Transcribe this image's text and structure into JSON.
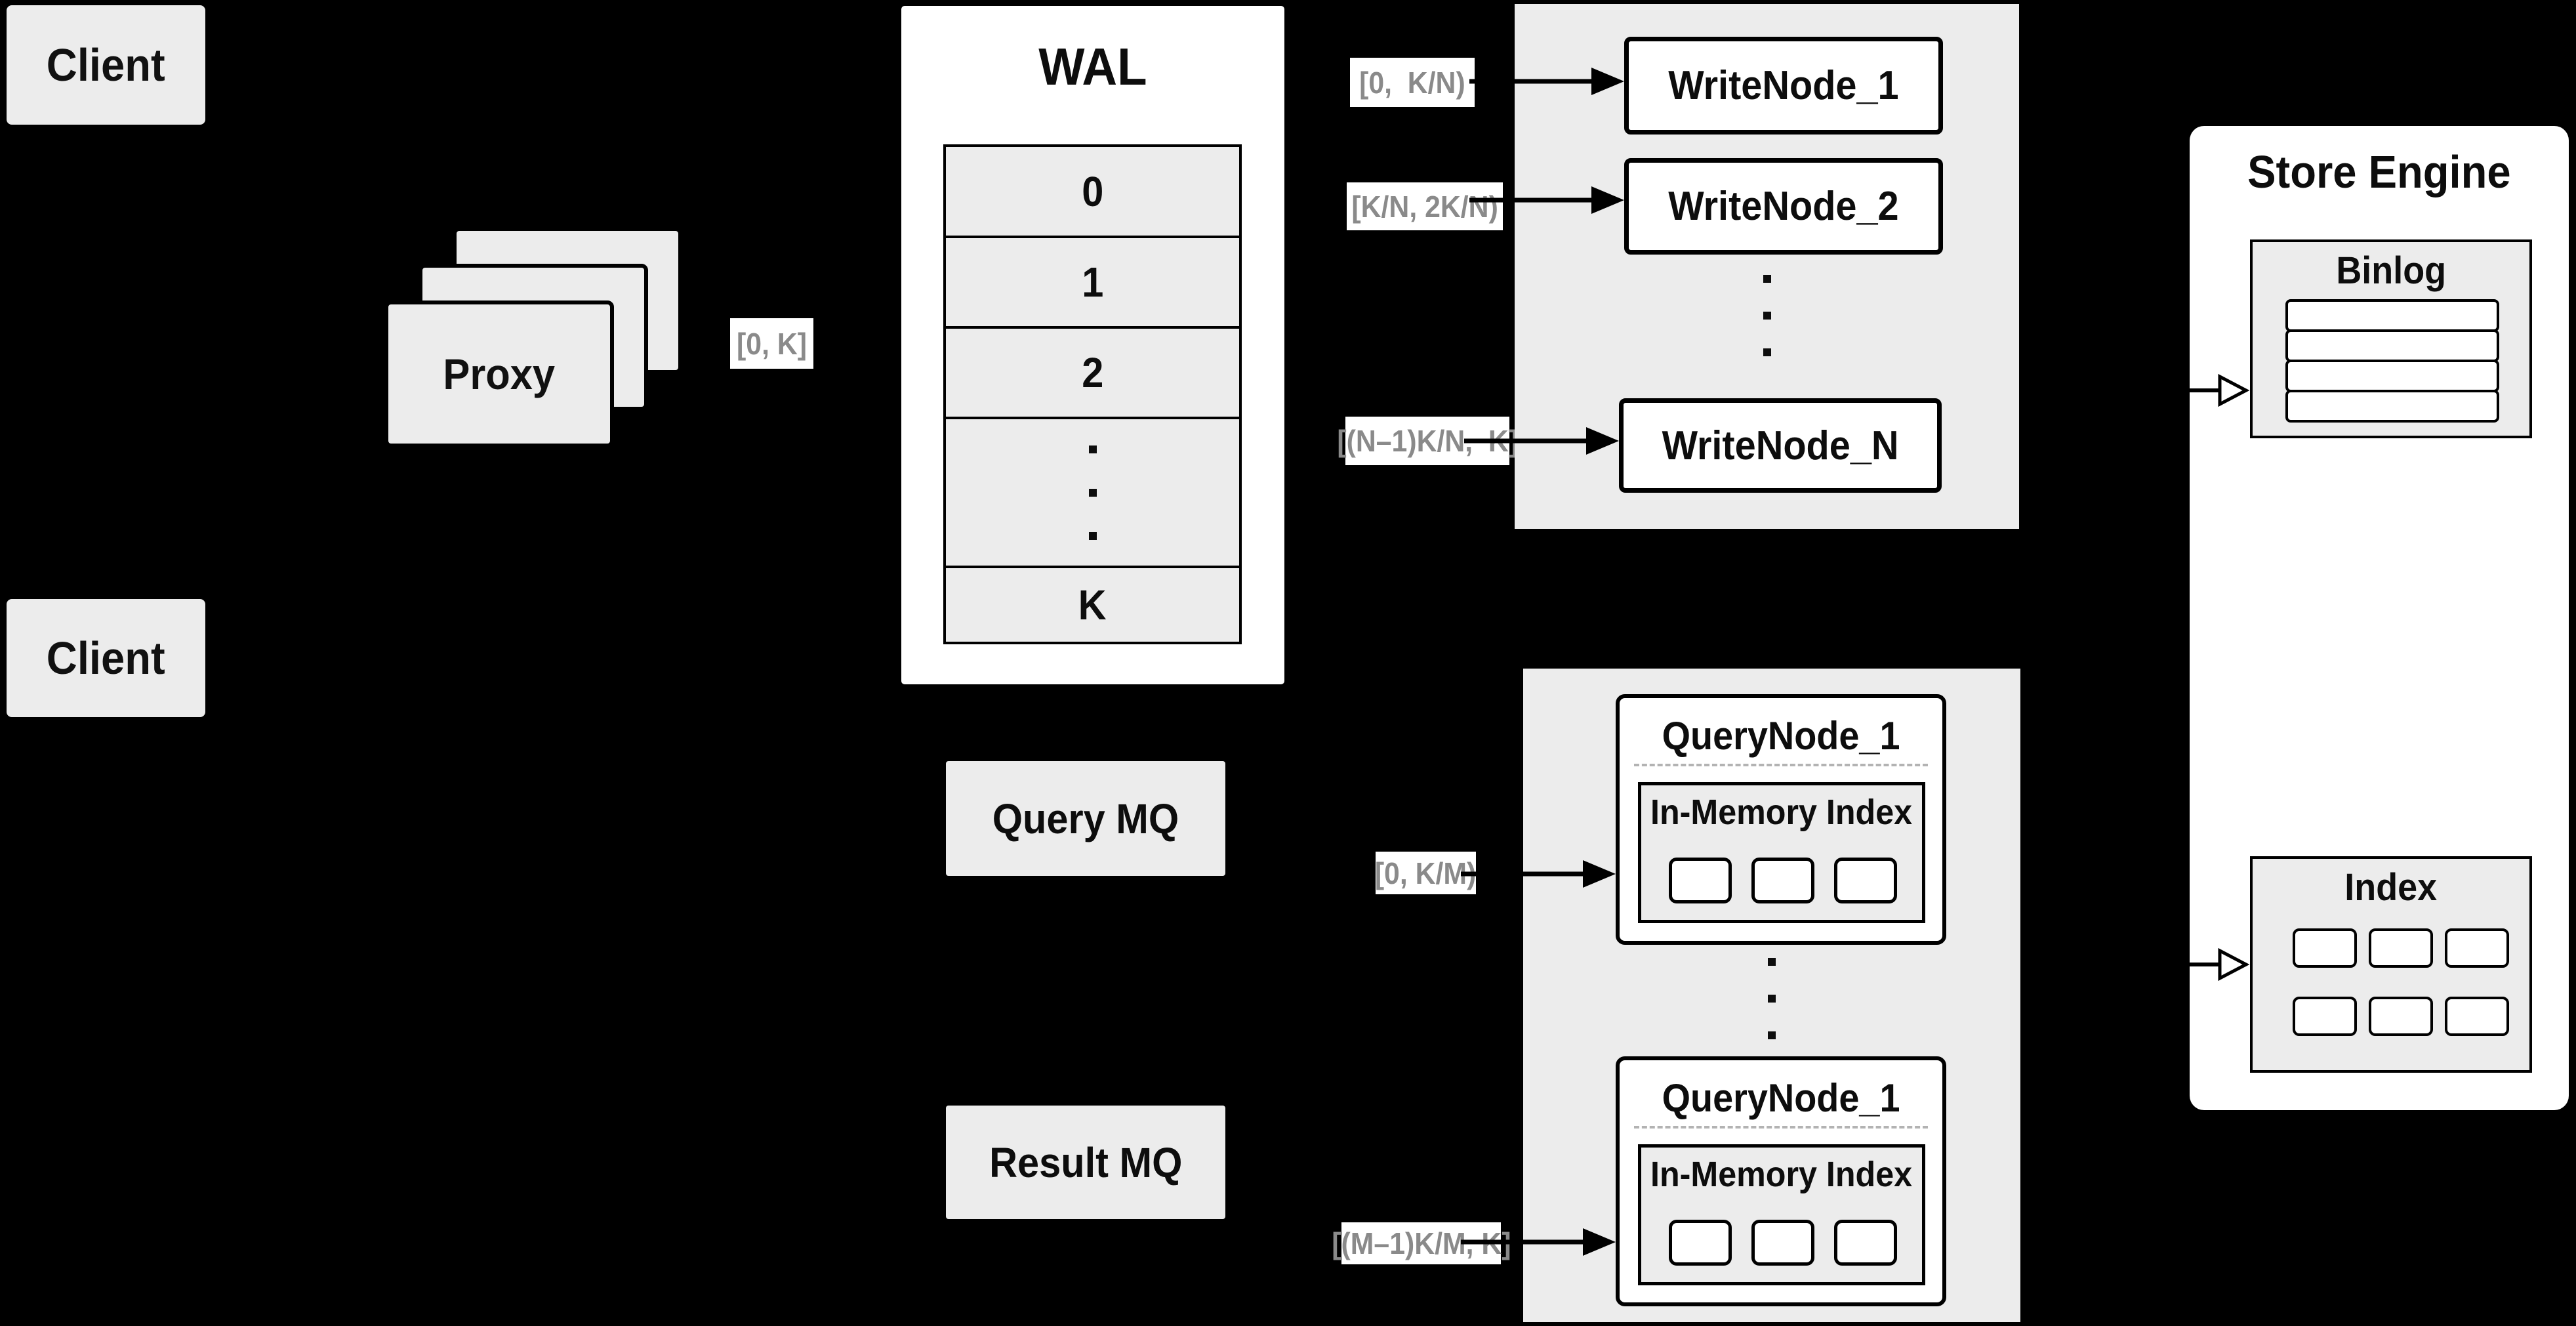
{
  "diagram": {
    "clients": {
      "top": "Client",
      "bottom": "Client"
    },
    "proxy": {
      "label": "Proxy",
      "range": "[0, K]"
    },
    "wal": {
      "title": "WAL",
      "segments": [
        "0",
        "1",
        "2"
      ],
      "last_segment": "K"
    },
    "write_nodes": {
      "nodes": [
        {
          "label": "WriteNode_1",
          "range": "[0,  K/N)"
        },
        {
          "label": "WriteNode_2",
          "range": "[K/N, 2K/N)"
        },
        {
          "label": "WriteNode_N",
          "range": "[(N–1)K/N,  K]"
        }
      ]
    },
    "mq": {
      "query": "Query MQ",
      "result": "Result MQ"
    },
    "query_nodes": {
      "nodes": [
        {
          "label": "QueryNode_1",
          "inner": "In-Memory Index",
          "range": "[0, K/M)"
        },
        {
          "label": "QueryNode_1",
          "inner": "In-Memory Index",
          "range": "[(M–1)K/M, K]"
        }
      ]
    },
    "store_engine": {
      "title": "Store Engine",
      "binlog": "Binlog",
      "index": "Index"
    },
    "colors": {
      "background": "#000000",
      "panel": "#ececec",
      "box": "#ffffff",
      "border": "#000000",
      "label_text": "#8a8a8a",
      "dashed_divider": "#b3b3b3"
    }
  }
}
